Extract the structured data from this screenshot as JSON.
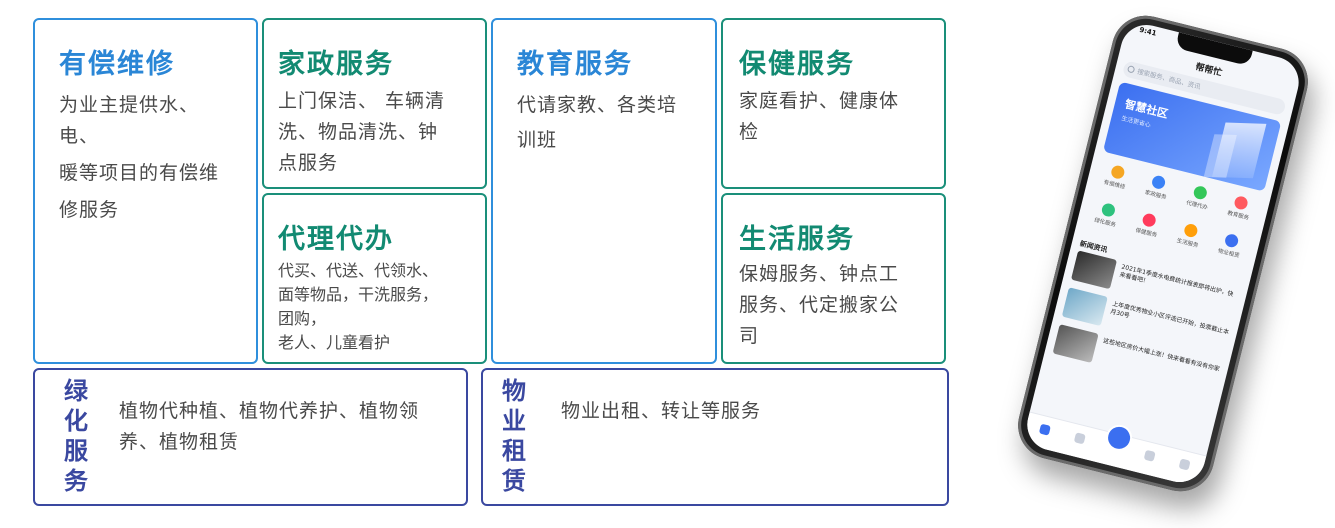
{
  "cards": {
    "repair": {
      "title": "有偿维修",
      "desc": [
        "为业主提供水、电、",
        "暖等项目的有偿维",
        "修服务"
      ]
    },
    "domestic": {
      "title": "家政服务",
      "desc": [
        "上门保洁、 车辆清",
        "洗、物品清洗、钟",
        "点服务"
      ]
    },
    "agency": {
      "title": "代理代办",
      "desc": [
        "代买、代送、代领水、",
        "面等物品，干洗服务，",
        "团购，",
        "老人、儿童看护"
      ]
    },
    "education": {
      "title": "教育服务",
      "desc": [
        "代请家教、各类培",
        "训班"
      ]
    },
    "health": {
      "title": "保健服务",
      "desc": [
        "家庭看护、健康体",
        "检"
      ]
    },
    "life": {
      "title": "生活服务",
      "desc": [
        "保姆服务、钟点工",
        "服务、代定搬家公",
        "司"
      ]
    },
    "greening": {
      "title": [
        "绿",
        "化",
        "服",
        "务"
      ],
      "desc": [
        "植物代种植、植物代养护、植物领",
        "养、植物租赁"
      ]
    },
    "rental": {
      "title": [
        "物",
        "业",
        "租",
        "赁"
      ],
      "desc": [
        "物业出租、转让等服务"
      ]
    }
  },
  "colors": {
    "blue": "#2f8fdc",
    "teal": "#1a8f7a",
    "navy": "#3a48a0"
  },
  "phone": {
    "time": "9:41",
    "app_title": "帮帮忙",
    "search_placeholder": "搜索服务、商品、资讯",
    "banner_title": "智慧社区",
    "banner_sub": "生活更省心",
    "icons": [
      "有偿维修",
      "家政服务",
      "代理代办",
      "教育服务",
      "绿化服务",
      "保健服务",
      "生活服务",
      "物业租赁"
    ],
    "news_header": "新闻资讯",
    "news": [
      "2021年1季度水电费统计报表即将出炉，快来看看吧！",
      "上年度优秀物业小区评选已开始，投票截止本月30号",
      "这些地区房价大幅上涨！快来看看有没有你家"
    ]
  }
}
